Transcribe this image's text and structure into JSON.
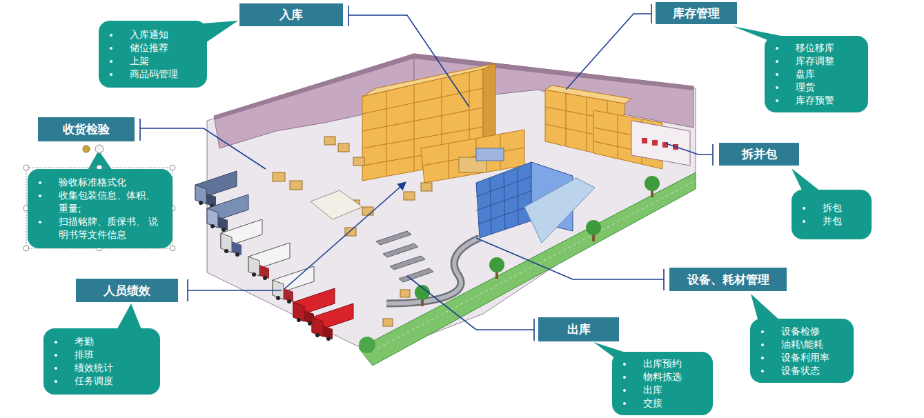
{
  "diagram": {
    "nodes": [
      {
        "text": [
          "入库"
        ]
      },
      {
        "text": [
          "入库通知",
          "储位推荐",
          "上架",
          "商品码管理"
        ]
      },
      {
        "text": [
          "库存管理"
        ]
      },
      {
        "text": [
          "移位移库",
          "库存调整",
          "盘库",
          "理货",
          "库存预警"
        ]
      },
      {
        "text": [
          "收货检验"
        ]
      },
      {
        "text": [
          "验收标准格式化",
          "收集包装信息、体积、 重量;",
          "扫描铭牌、质保书、 说明书等文件信息"
        ]
      },
      {
        "text": [
          "拆并包"
        ]
      },
      {
        "text": [
          "拆包",
          "并包"
        ]
      },
      {
        "text": [
          "人员绩效"
        ]
      },
      {
        "text": [
          "考勤",
          "排班",
          "绩效统计",
          "任务调度"
        ]
      },
      {
        "text": [
          "设备、耗材管理"
        ]
      },
      {
        "text": [
          "设备检修",
          "油耗\\能耗",
          "设备利用率",
          "设备状态"
        ]
      },
      {
        "text": [
          "出库"
        ]
      },
      {
        "text": [
          "出库预约",
          "物料拣选",
          "出库",
          "交接"
        ]
      }
    ]
  }
}
